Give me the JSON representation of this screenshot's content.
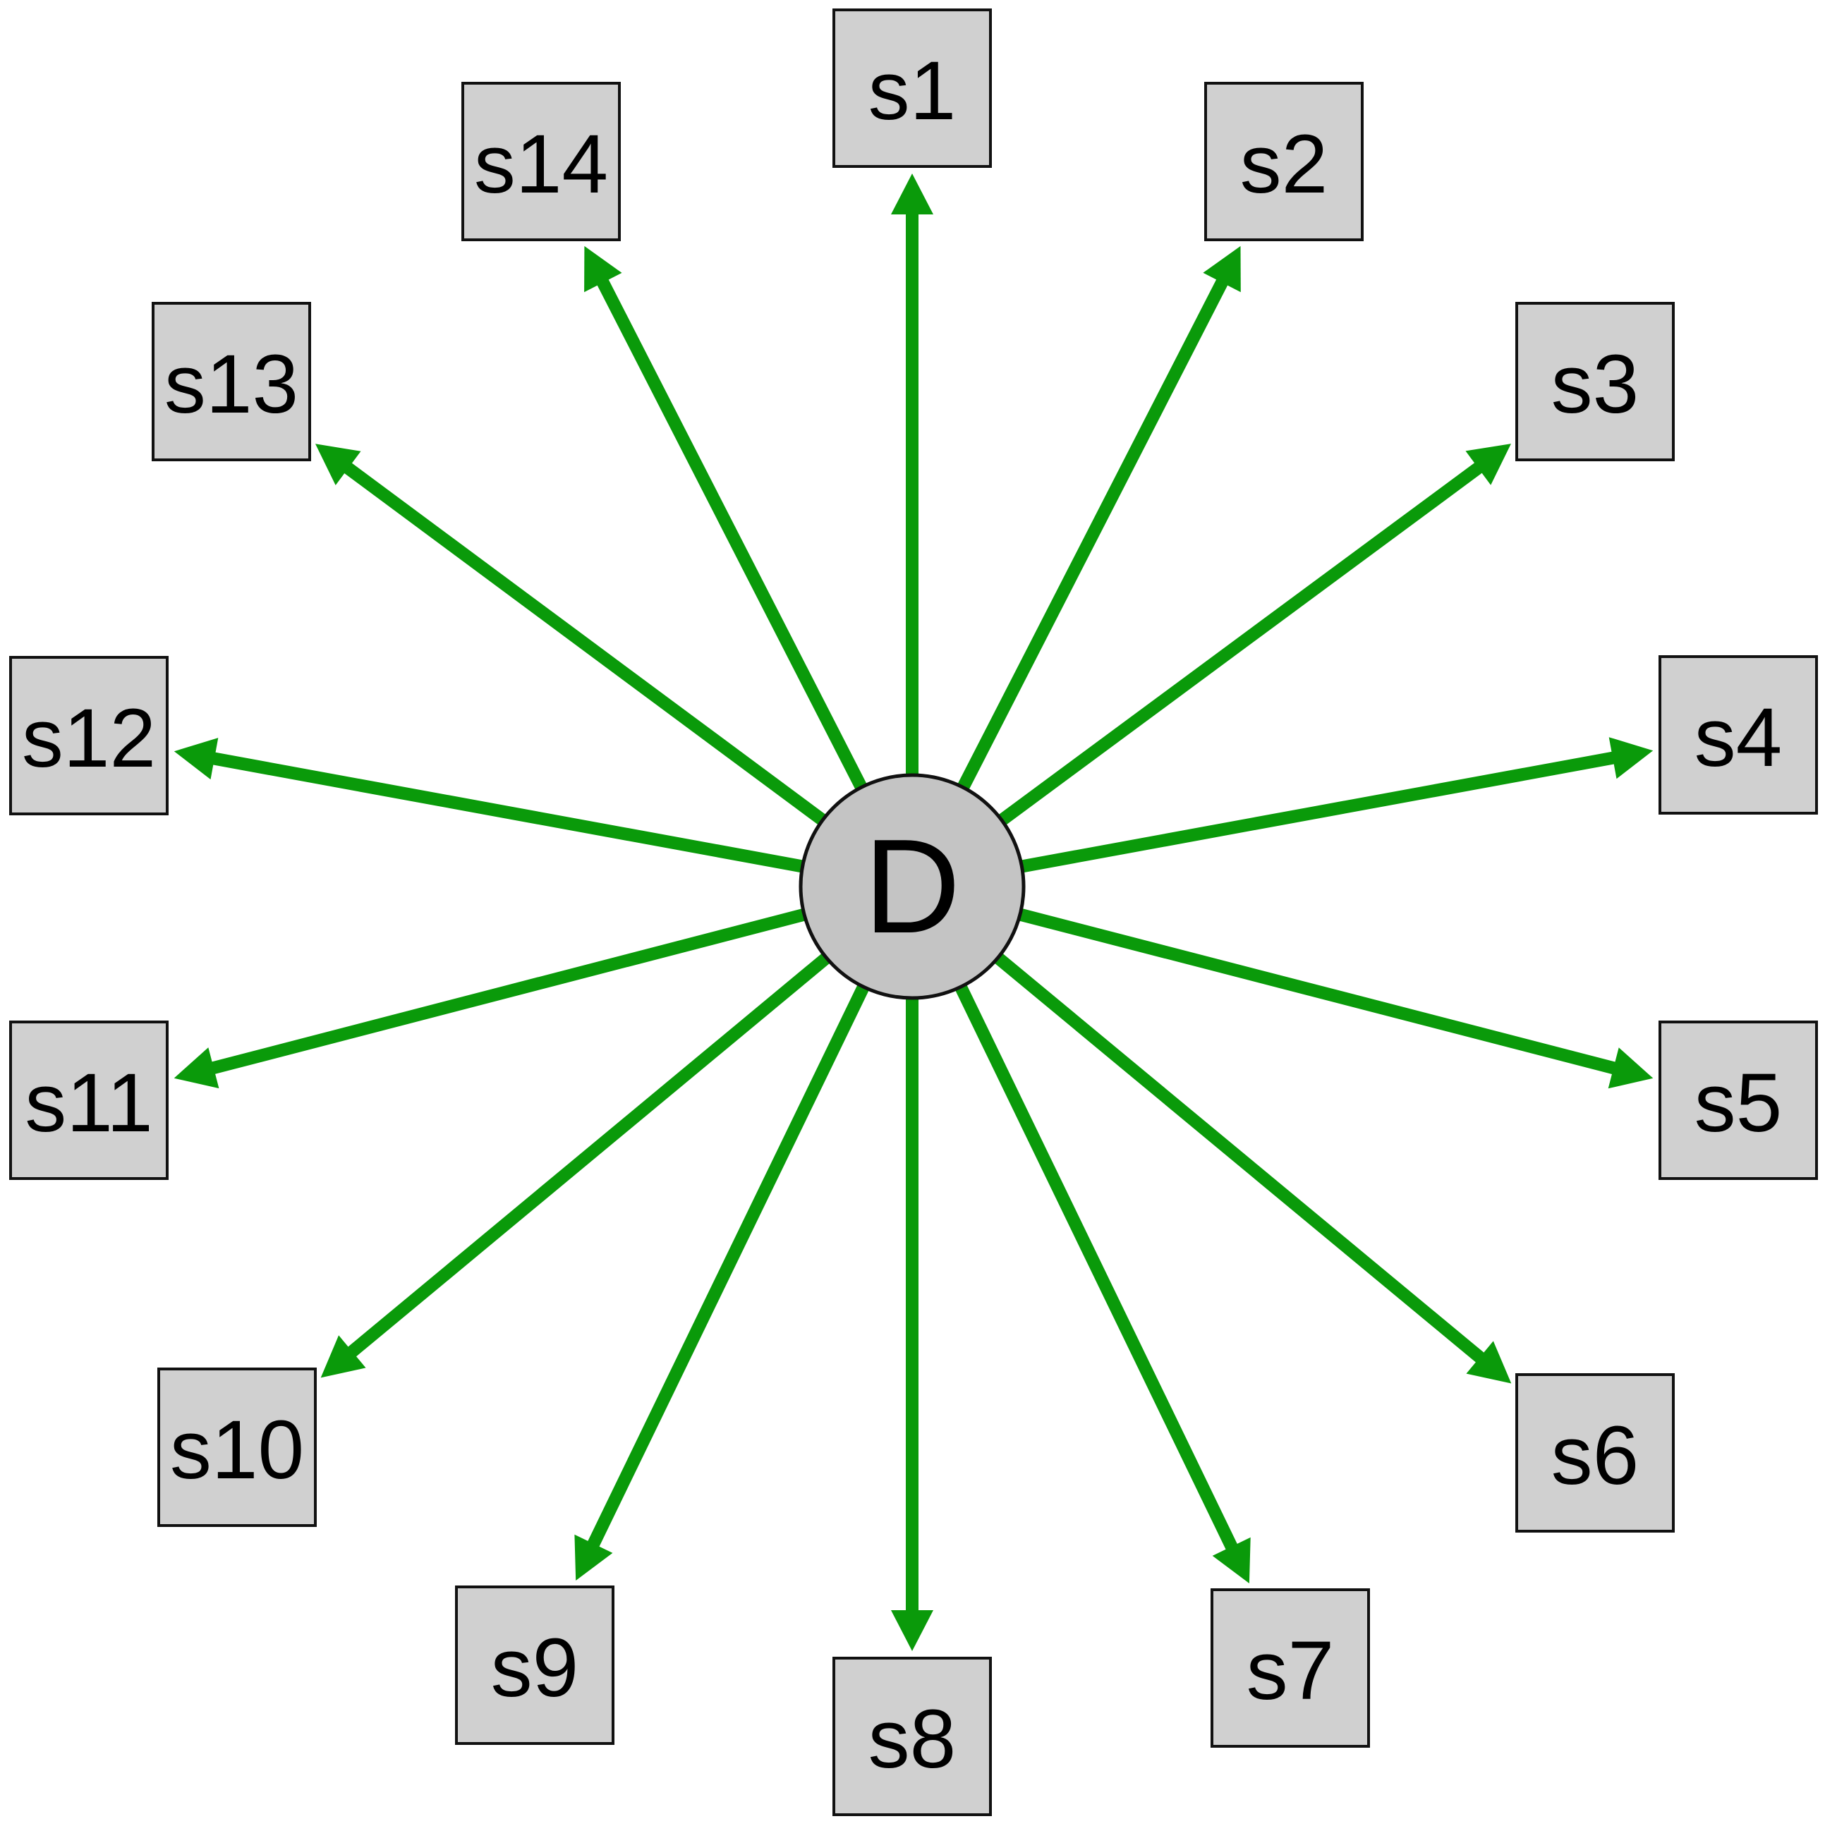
{
  "hub": {
    "label": "D"
  },
  "colors": {
    "edge": "#0a9a0a",
    "node_fill": "#d0d0d0",
    "hub_fill": "#c4c4c4",
    "stroke": "#111111",
    "background": "#ffffff"
  },
  "edges": {
    "direction": "outward-from-hub"
  },
  "nodes": [
    {
      "label": "s1"
    },
    {
      "label": "s2"
    },
    {
      "label": "s3"
    },
    {
      "label": "s4"
    },
    {
      "label": "s5"
    },
    {
      "label": "s6"
    },
    {
      "label": "s7"
    },
    {
      "label": "s8"
    },
    {
      "label": "s9"
    },
    {
      "label": "s10"
    },
    {
      "label": "s11"
    },
    {
      "label": "s12"
    },
    {
      "label": "s13"
    },
    {
      "label": "s14"
    }
  ]
}
